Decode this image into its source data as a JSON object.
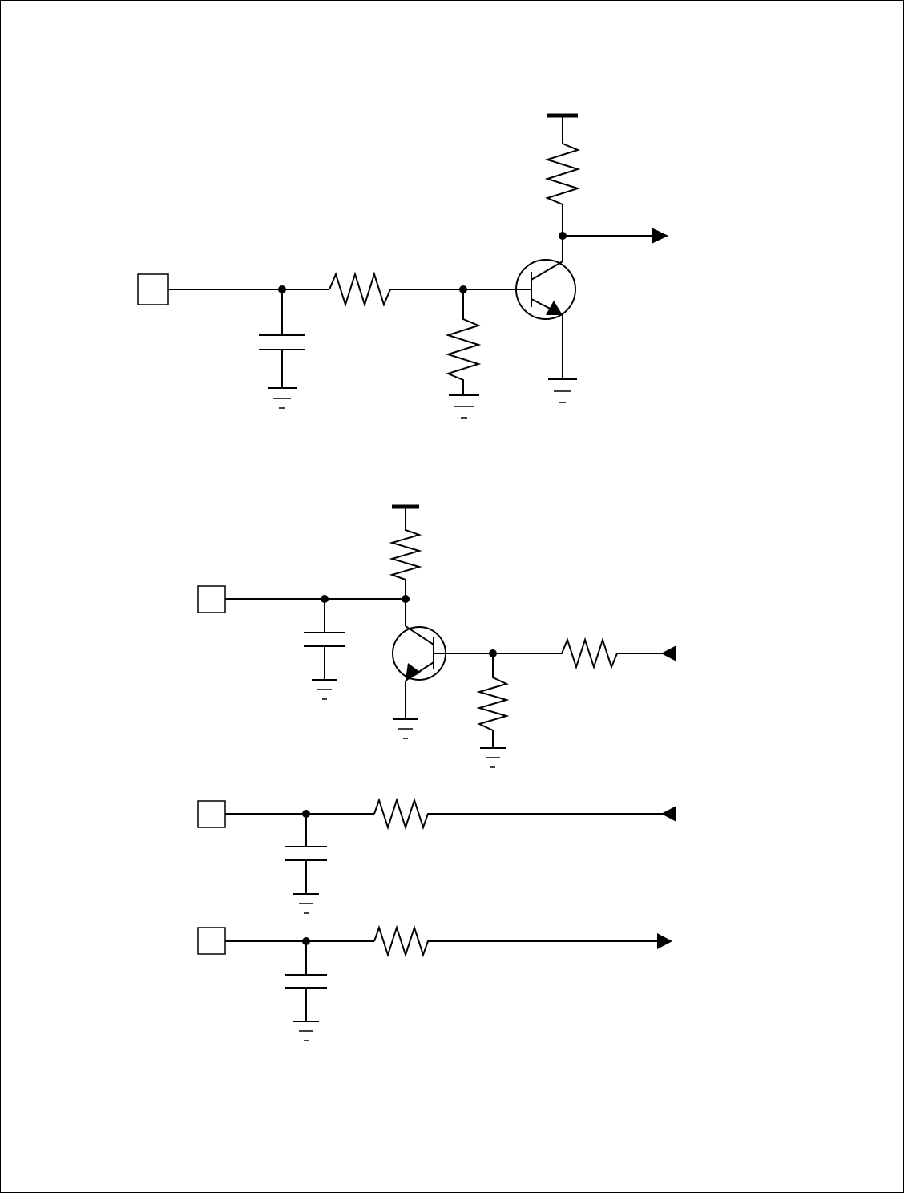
{
  "diagram": {
    "kind": "electrical-schematic",
    "colors": {
      "stroke": "#000000",
      "background": "#ffffff"
    },
    "circuits": [
      {
        "id": "circuit-1",
        "components": [
          "port",
          "capacitor",
          "resistor",
          "resistor",
          "npn-transistor",
          "resistor",
          "supply",
          "output-arrow",
          "ground",
          "ground",
          "ground"
        ]
      },
      {
        "id": "circuit-2",
        "components": [
          "port",
          "capacitor",
          "resistor",
          "npn-transistor",
          "resistor",
          "resistor",
          "supply",
          "input-arrow",
          "ground",
          "ground",
          "ground"
        ]
      },
      {
        "id": "circuit-3",
        "components": [
          "port",
          "capacitor",
          "resistor",
          "input-arrow",
          "ground"
        ]
      },
      {
        "id": "circuit-4",
        "components": [
          "port",
          "capacitor",
          "resistor",
          "output-arrow",
          "ground"
        ]
      }
    ]
  }
}
